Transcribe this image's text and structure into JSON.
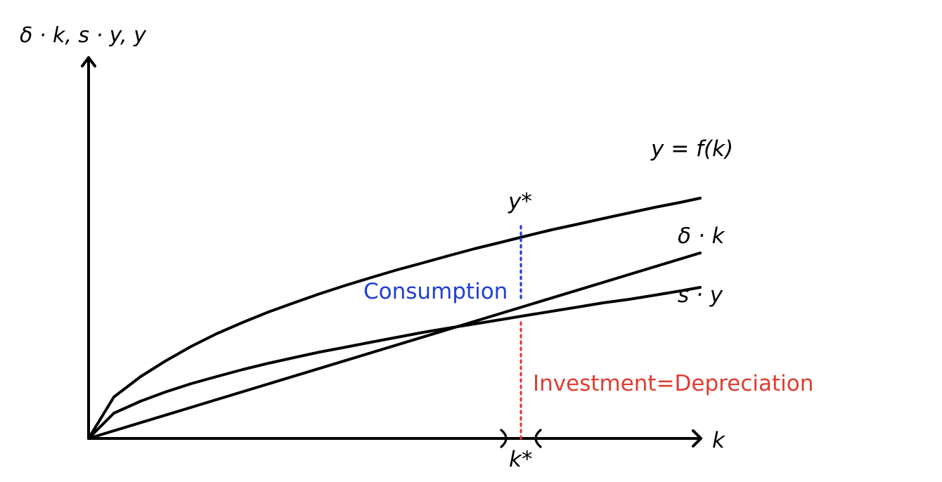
{
  "axes": {
    "y_label": "δ · k, s · y, y",
    "x_label": "k"
  },
  "curves": {
    "output_label": "y = f(k)",
    "depreciation_label": "δ · k",
    "savings_label": "s · y"
  },
  "annotations": {
    "y_star": "y*",
    "k_star": "k*",
    "consumption": "Consumption",
    "investment": "Investment=Depreciation"
  },
  "colors": {
    "axis": "#000000",
    "curve": "#000000",
    "consumption": "#1f3fd6",
    "investment": "#e03c31"
  }
}
